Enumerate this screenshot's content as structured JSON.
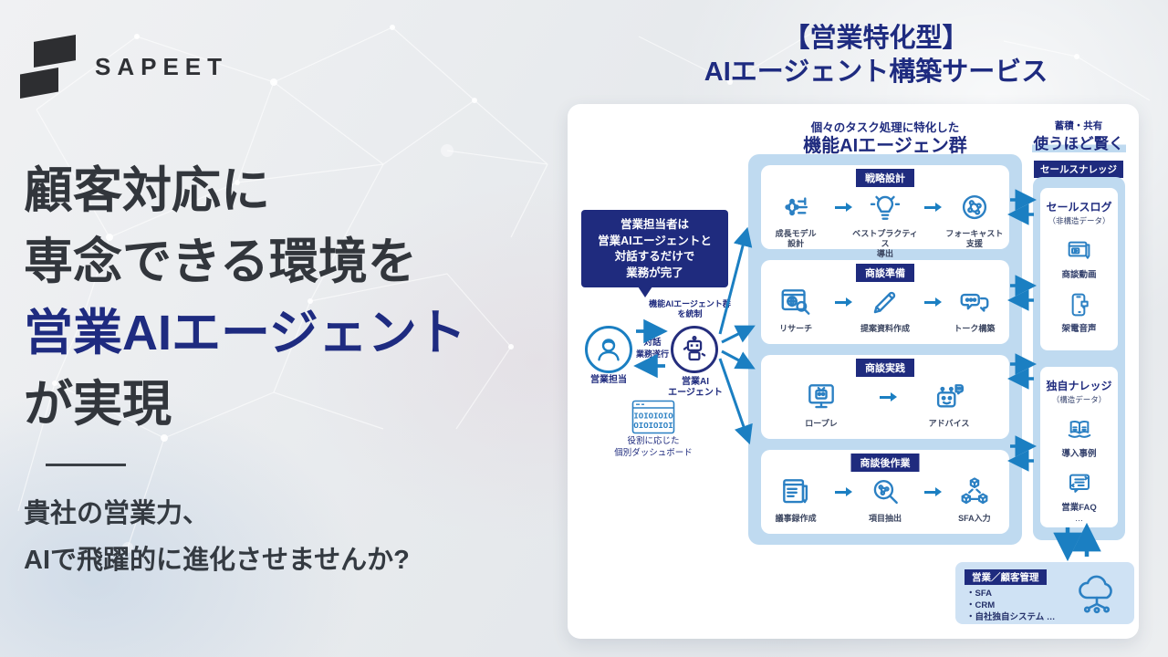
{
  "brand": {
    "name": "SAPEET"
  },
  "hero": {
    "line1": "顧客対応に",
    "line2": "専念できる環境を",
    "line3": "営業AIエージェント",
    "line4": "が実現",
    "sub": "貴社の営業力、\nAIで飛躍的に進化させませんか?"
  },
  "service_title": {
    "text": "【営業特化型】\nAIエージェント構築サービス"
  },
  "agents": {
    "caption": "個々のタスク処理に特化した",
    "title": "機能AIエージェン群",
    "groups": [
      {
        "badge": "戦略設計",
        "items": [
          {
            "icon": "growth-model-icon",
            "label": "成長モデル\n設計"
          },
          {
            "icon": "lightbulb-icon",
            "label": "ベストプラクティス\n導出"
          },
          {
            "icon": "forecast-icon",
            "label": "フォーキャスト\n支援"
          }
        ]
      },
      {
        "badge": "商談準備",
        "items": [
          {
            "icon": "research-icon",
            "label": "リサーチ"
          },
          {
            "icon": "pencil-icon",
            "label": "提案資料作成"
          },
          {
            "icon": "talk-icon",
            "label": "トーク構築"
          }
        ]
      },
      {
        "badge": "商談実践",
        "items": [
          {
            "icon": "roleplay-icon",
            "label": "ロープレ"
          },
          {
            "icon": "advice-icon",
            "label": "アドバイス"
          }
        ]
      },
      {
        "badge": "商談後作業",
        "items": [
          {
            "icon": "minutes-icon",
            "label": "議事録作成"
          },
          {
            "icon": "extract-icon",
            "label": "項目抽出"
          },
          {
            "icon": "cubes-icon",
            "label": "SFA入力"
          }
        ]
      }
    ]
  },
  "knowledge": {
    "caption": "蓄積・共有",
    "title": "使うほど賢く",
    "badge": "セールスナレッジ",
    "boxes": [
      {
        "title": "セールスログ",
        "subtitle": "（非構造データ）",
        "ellipsis": "",
        "items": [
          {
            "icon": "video-icon",
            "label": "商談動画"
          },
          {
            "icon": "phone-icon",
            "label": "架電音声"
          }
        ]
      },
      {
        "title": "独自ナレッジ",
        "subtitle": "（構造データ）",
        "ellipsis": "…",
        "items": [
          {
            "icon": "book-icon",
            "label": "導入事例"
          },
          {
            "icon": "faq-icon",
            "label": "営業FAQ"
          }
        ]
      }
    ]
  },
  "flow": {
    "callout": "営業担当者は\n営業AIエージェントと\n対話するだけで\n業務が完了",
    "control_note": "機能AIエージェント群\nを統制",
    "person_label": "営業担当",
    "robot_label": "営業AI\nエージェント",
    "dialog_label": "対話",
    "task_label": "業務遂行",
    "dashboard_caption": "役割に応じた\n個別ダッシュボード"
  },
  "crm": {
    "badge": "営業／顧客管理",
    "items": [
      "・SFA",
      "・CRM",
      "・自社独自システム …"
    ]
  },
  "colors": {
    "navy": "#1f2b7e",
    "blue": "#1b7fc2",
    "light_blue": "#bfdaf0",
    "dark_text": "#32363c"
  }
}
